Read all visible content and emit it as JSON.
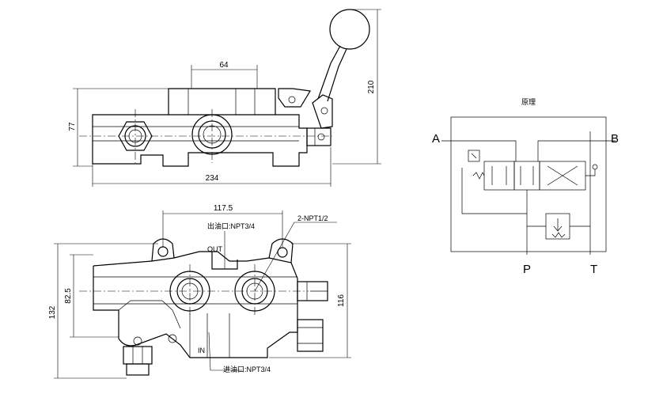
{
  "top_view": {
    "dim_width": "64",
    "dim_total_length": "234",
    "dim_height_left": "77",
    "dim_height_right": "210"
  },
  "bottom_view": {
    "dim_hole_spacing": "117.5",
    "dim_total_height": "132",
    "dim_inner_height": "82.5",
    "dim_right_height": "116",
    "outlet_label": "出油口:NPT3/4",
    "port_callout": "2-NPT1/2",
    "out_label": "OUT",
    "in_label": "IN",
    "inlet_label": "进油口:NPT3/4"
  },
  "schematic": {
    "title": "原理",
    "port_a": "A",
    "port_b": "B",
    "port_p": "P",
    "port_t": "T"
  }
}
